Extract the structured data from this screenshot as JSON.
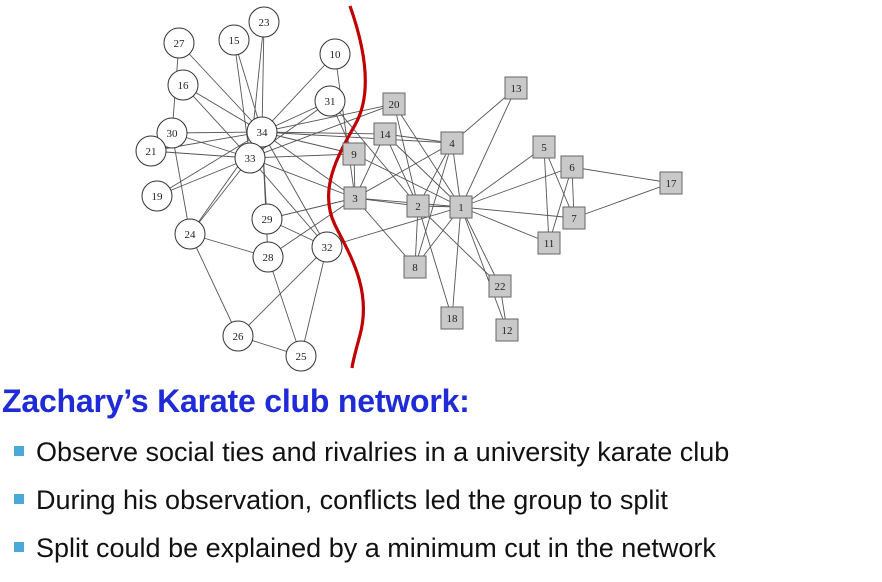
{
  "figure": {
    "colors": {
      "left_group": "#ffffff",
      "right_group": "#c9c9c9",
      "cut_line": "#c00000",
      "edge": "#555555"
    },
    "left_nodes": [
      "27",
      "15",
      "23",
      "10",
      "16",
      "31",
      "30",
      "34",
      "21",
      "33",
      "19",
      "29",
      "24",
      "28",
      "32",
      "26",
      "25"
    ],
    "right_nodes": [
      "20",
      "13",
      "14",
      "4",
      "5",
      "6",
      "17",
      "9",
      "3",
      "2",
      "1",
      "7",
      "11",
      "8",
      "22",
      "18",
      "12"
    ]
  },
  "title": "Zachary’s Karate club network:",
  "bullets": [
    "Observe social ties and rivalries in a university karate club",
    "During his observation, conflicts led the group to split",
    "Split could be explained by a minimum cut in the network"
  ]
}
